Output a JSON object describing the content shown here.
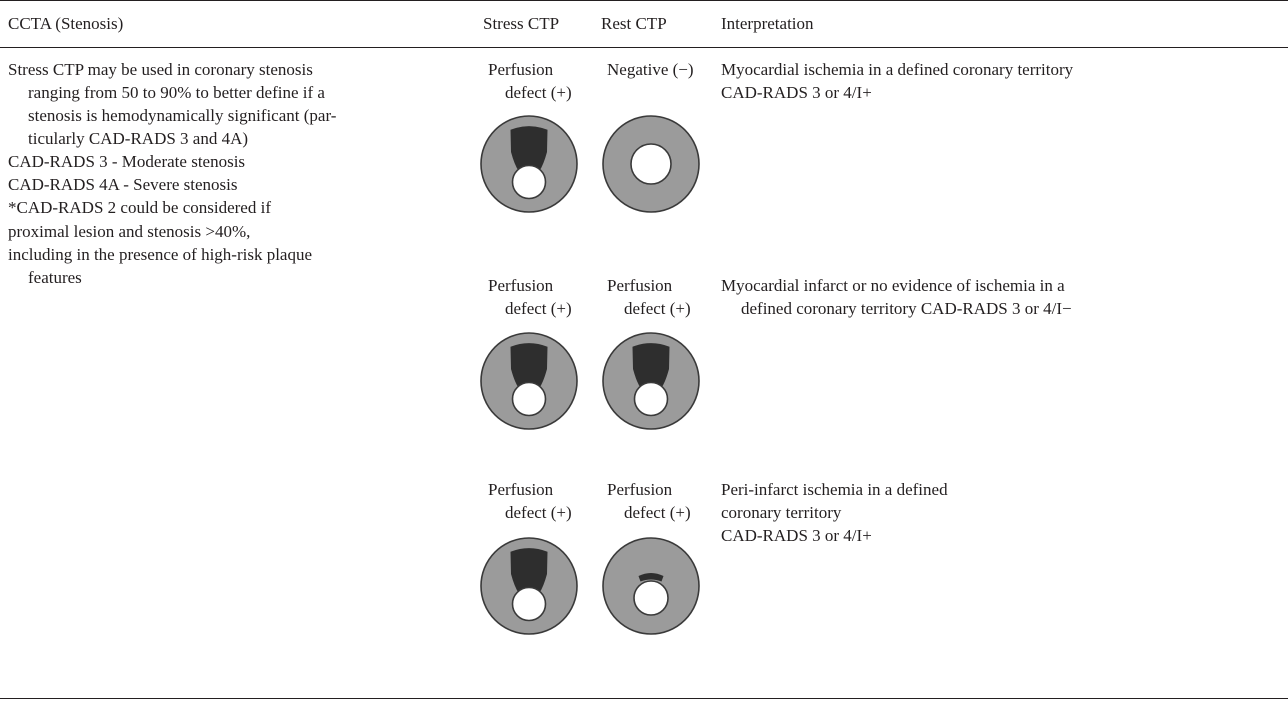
{
  "headers": {
    "ccta": "CCTA (Stenosis)",
    "stress": "Stress CTP",
    "rest": "Rest CTP",
    "interpretation": "Interpretation"
  },
  "ccta_text": {
    "line1a": "Stress CTP may be used in coronary stenosis",
    "line1b": "ranging from 50 to 90% to better define if a",
    "line1c": "stenosis is hemodynamically significant (par-",
    "line1d": "ticularly CAD-RADS 3 and 4A)",
    "line2": "CAD-RADS 3 - Moderate stenosis",
    "line3": "CAD-RADS 4A - Severe stenosis",
    "line4": "*CAD-RADS 2 could be considered if",
    "line5": "proximal lesion and stenosis >40%,",
    "line6a": "including in the presence of high-risk plaque",
    "line6b": "features"
  },
  "rows": [
    {
      "stress": {
        "line1": "Perfusion",
        "line2": "defect (+)"
      },
      "rest": {
        "line1": "Negative (−)",
        "line2": ""
      },
      "interpretation": {
        "line1": "Myocardial ischemia in a defined coronary territory",
        "line2": "CAD-RADS 3 or 4/I+",
        "line3": ""
      }
    },
    {
      "stress": {
        "line1": "Perfusion",
        "line2": "defect (+)"
      },
      "rest": {
        "line1": "Perfusion",
        "line2": "defect (+)"
      },
      "interpretation": {
        "line1": "Myocardial infarct or no evidence of ischemia in a",
        "line2": "defined coronary territory CAD-RADS 3 or 4/I−",
        "line3": ""
      }
    },
    {
      "stress": {
        "line1": "Perfusion",
        "line2": "defect (+)"
      },
      "rest": {
        "line1": "Perfusion",
        "line2": "defect (+)"
      },
      "interpretation": {
        "line1": "Peri-infarct ischemia in a defined",
        "line2": "coronary territory",
        "line3": "CAD-RADS 3 or 4/I+"
      }
    }
  ],
  "diagrams": [
    {
      "cell": "row1-stress",
      "defect": "large"
    },
    {
      "cell": "row1-rest",
      "defect": "none"
    },
    {
      "cell": "row2-stress",
      "defect": "large"
    },
    {
      "cell": "row2-rest",
      "defect": "large"
    },
    {
      "cell": "row3-stress",
      "defect": "large"
    },
    {
      "cell": "row3-rest",
      "defect": "small"
    }
  ],
  "colors": {
    "myocardium": "#9b9b9b",
    "defect": "#2e2e2e",
    "outline": "#3a3a3a",
    "text": "#231f20"
  }
}
